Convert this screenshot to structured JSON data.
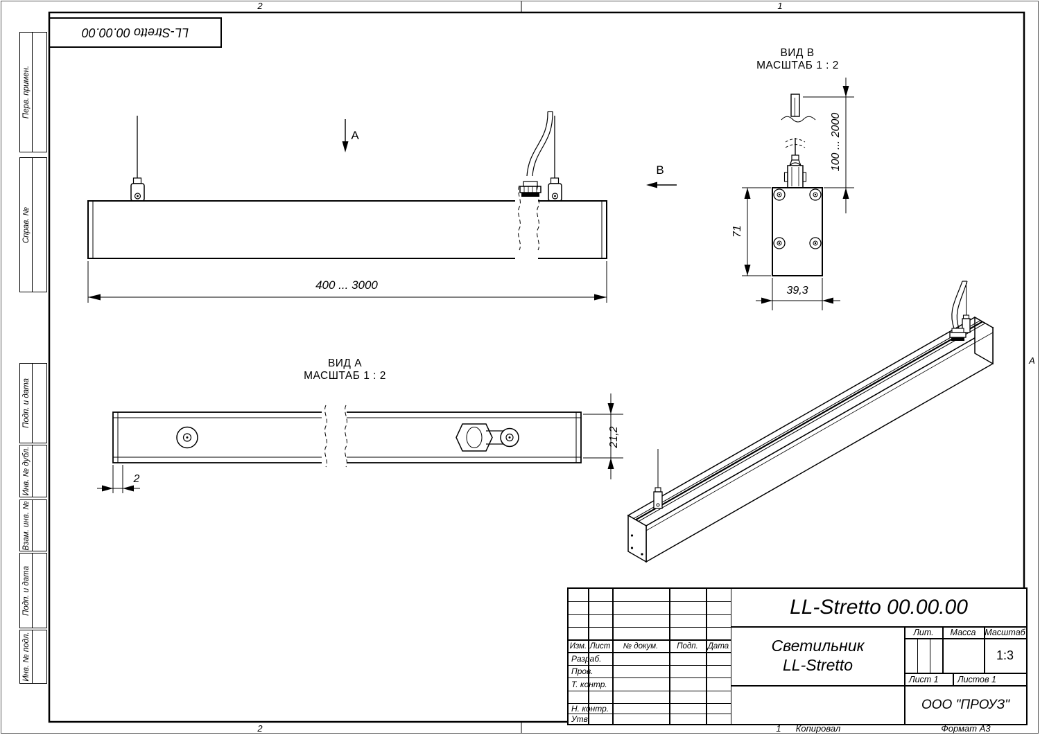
{
  "frame": {
    "stamp": "LL-Stretto 00.00.00",
    "zones": {
      "top_left": "2",
      "top_right": "1",
      "bottom_left": "2",
      "bottom_right": "1",
      "right": "А"
    },
    "footer": {
      "sheet_no": "1",
      "copied": "Копировал",
      "format": "Формат А3"
    },
    "margin_labels": [
      "Перв. примен.",
      "Справ. №",
      "Подп. и дата",
      "Инв. № дубл.",
      "Взам. инв. №",
      "Подп. и дата",
      "Инв. № подл."
    ]
  },
  "views": {
    "main": {
      "arrow_a": "А",
      "arrow_b": "В",
      "dim_length": "400 ... 3000"
    },
    "view_a": {
      "title": "ВИД А",
      "scale": "МАСШТАБ 1 : 2",
      "dim_profile_height": "21,2",
      "dim_wall": "2"
    },
    "view_b": {
      "title": "ВИД В",
      "scale": "МАСШТАБ 1 : 2",
      "dim_suspension": "100 ... 2000",
      "dim_body_height": "71",
      "dim_body_width": "39,3"
    }
  },
  "title_block": {
    "doc_number": "LL-Stretto 00.00.00",
    "product_name_line1": "Светильник",
    "product_name_line2": "LL-Stretto",
    "company": "ООО \"ПРОУЗ\"",
    "columns": {
      "izm": "Изм.",
      "list": "Лист",
      "doc": "№ докум.",
      "podp": "Подп.",
      "data": "Дата"
    },
    "rows": {
      "developed": "Разраб.",
      "checked": "Пров.",
      "tcontrol": "Т. контр.",
      "ncontrol": "Н. контр.",
      "approved": "Утв."
    },
    "lit": "Лит.",
    "mass": "Масса",
    "scale": "Масштаб",
    "scale_value": "1:3",
    "sheet": "Лист 1",
    "sheets": "Листов 1"
  }
}
